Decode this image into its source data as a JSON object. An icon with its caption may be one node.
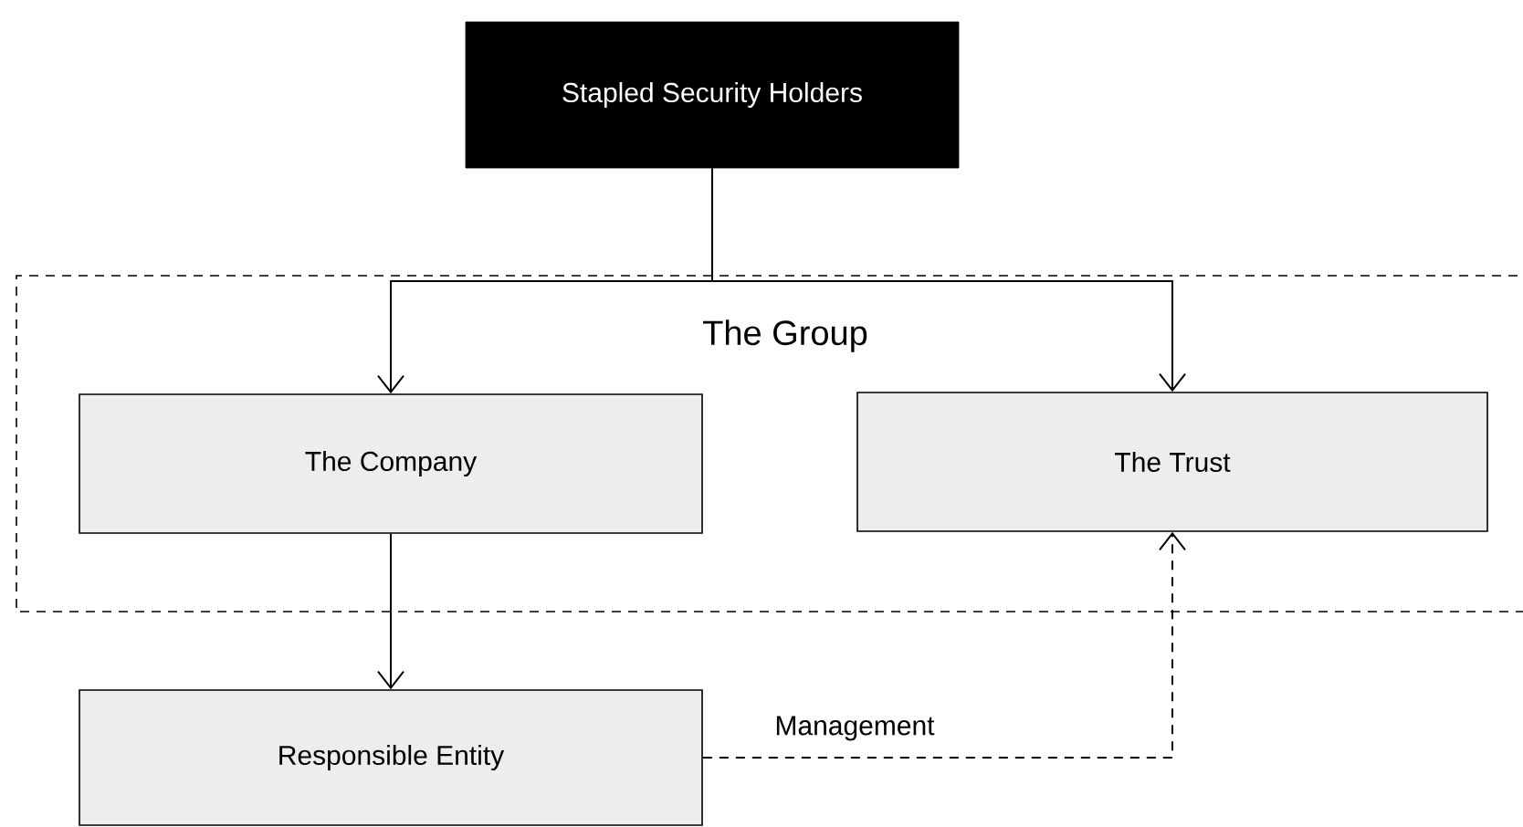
{
  "diagram": {
    "nodes": [
      {
        "text": [
          "Stapled Security Holders"
        ]
      },
      {
        "text": [
          "The Group"
        ]
      },
      {
        "text": [
          "The Company"
        ],
        "in": 1
      },
      {
        "text": [
          "The Trust"
        ],
        "in": 1
      },
      {
        "text": [
          "Responsible Entity"
        ]
      }
    ],
    "edges": [
      {
        "from": 0,
        "to": 2,
        "arrow": "to"
      },
      {
        "from": 0,
        "to": 3,
        "arrow": "to"
      },
      {
        "from": 2,
        "to": 4,
        "arrow": "to"
      },
      {
        "from": 4,
        "to": 3,
        "arrow": "to",
        "style": "dashed",
        "label": "Management"
      }
    ]
  }
}
